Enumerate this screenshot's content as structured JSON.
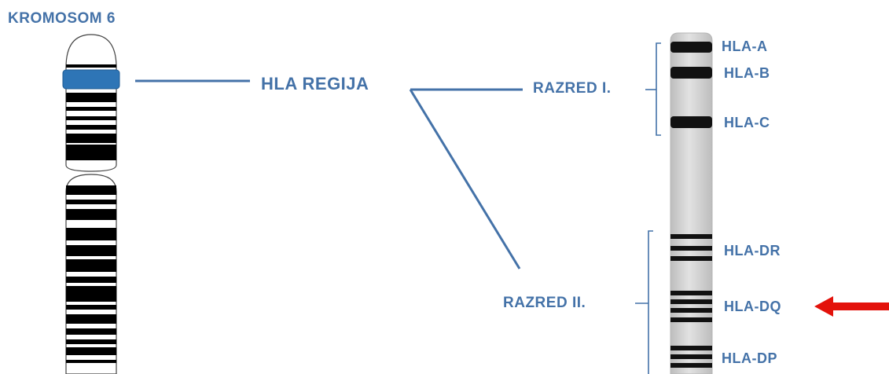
{
  "labels": {
    "title": "KROMOSOM 6",
    "hla_region": "HLA REGIJA",
    "class_1": "RAZRED I.",
    "class_2": "RAZRED II."
  },
  "genes": {
    "hla_a": "HLA-A",
    "hla_b": "HLA-B",
    "hla_c": "HLA-C",
    "hla_dr": "HLA-DR",
    "hla_dq": "HLA-DQ",
    "hla_dp": "HLA-DP"
  },
  "colors": {
    "label_blue": "#4472a8",
    "hla_band": "#2e75b6",
    "pointer_arrow": "#e3120b",
    "chromatid_band": "#000000",
    "zoomed_chromosome": "#cfcfcf"
  }
}
